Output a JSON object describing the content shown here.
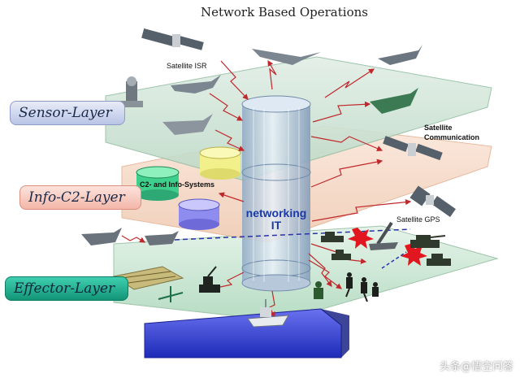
{
  "title": "Network Based Operations",
  "layers": {
    "sensor": "Sensor-Layer",
    "c2": "Info-C2-Layer",
    "effector": "Effector-Layer"
  },
  "labels": {
    "satellite_isr": "Satellite ISR",
    "satellite_comm_line1": "Satellite",
    "satellite_comm_line2": "Communication",
    "satellite_gps": "Satellite GPS",
    "c2_systems": "C2- and Info-Systems",
    "networking_line1": "networking",
    "networking_line2": "IT"
  },
  "watermark": "头条@悟空问答",
  "colors": {
    "sensor_plane": "#cfe3d4",
    "c2_plane": "#f6d9c6",
    "effector_plane": "#cfe9d8",
    "sea": "#2a3ad0",
    "arrow": "#c0282c",
    "network_cylinder": "#b9cde0"
  },
  "icons": {
    "aircraft": "aircraft-icon",
    "satellite": "satellite-icon",
    "tank": "tank-icon",
    "soldier": "soldier-icon",
    "ship": "ship-icon",
    "radar": "radar-icon",
    "explosion": "explosion-icon",
    "database": "database-icon"
  }
}
